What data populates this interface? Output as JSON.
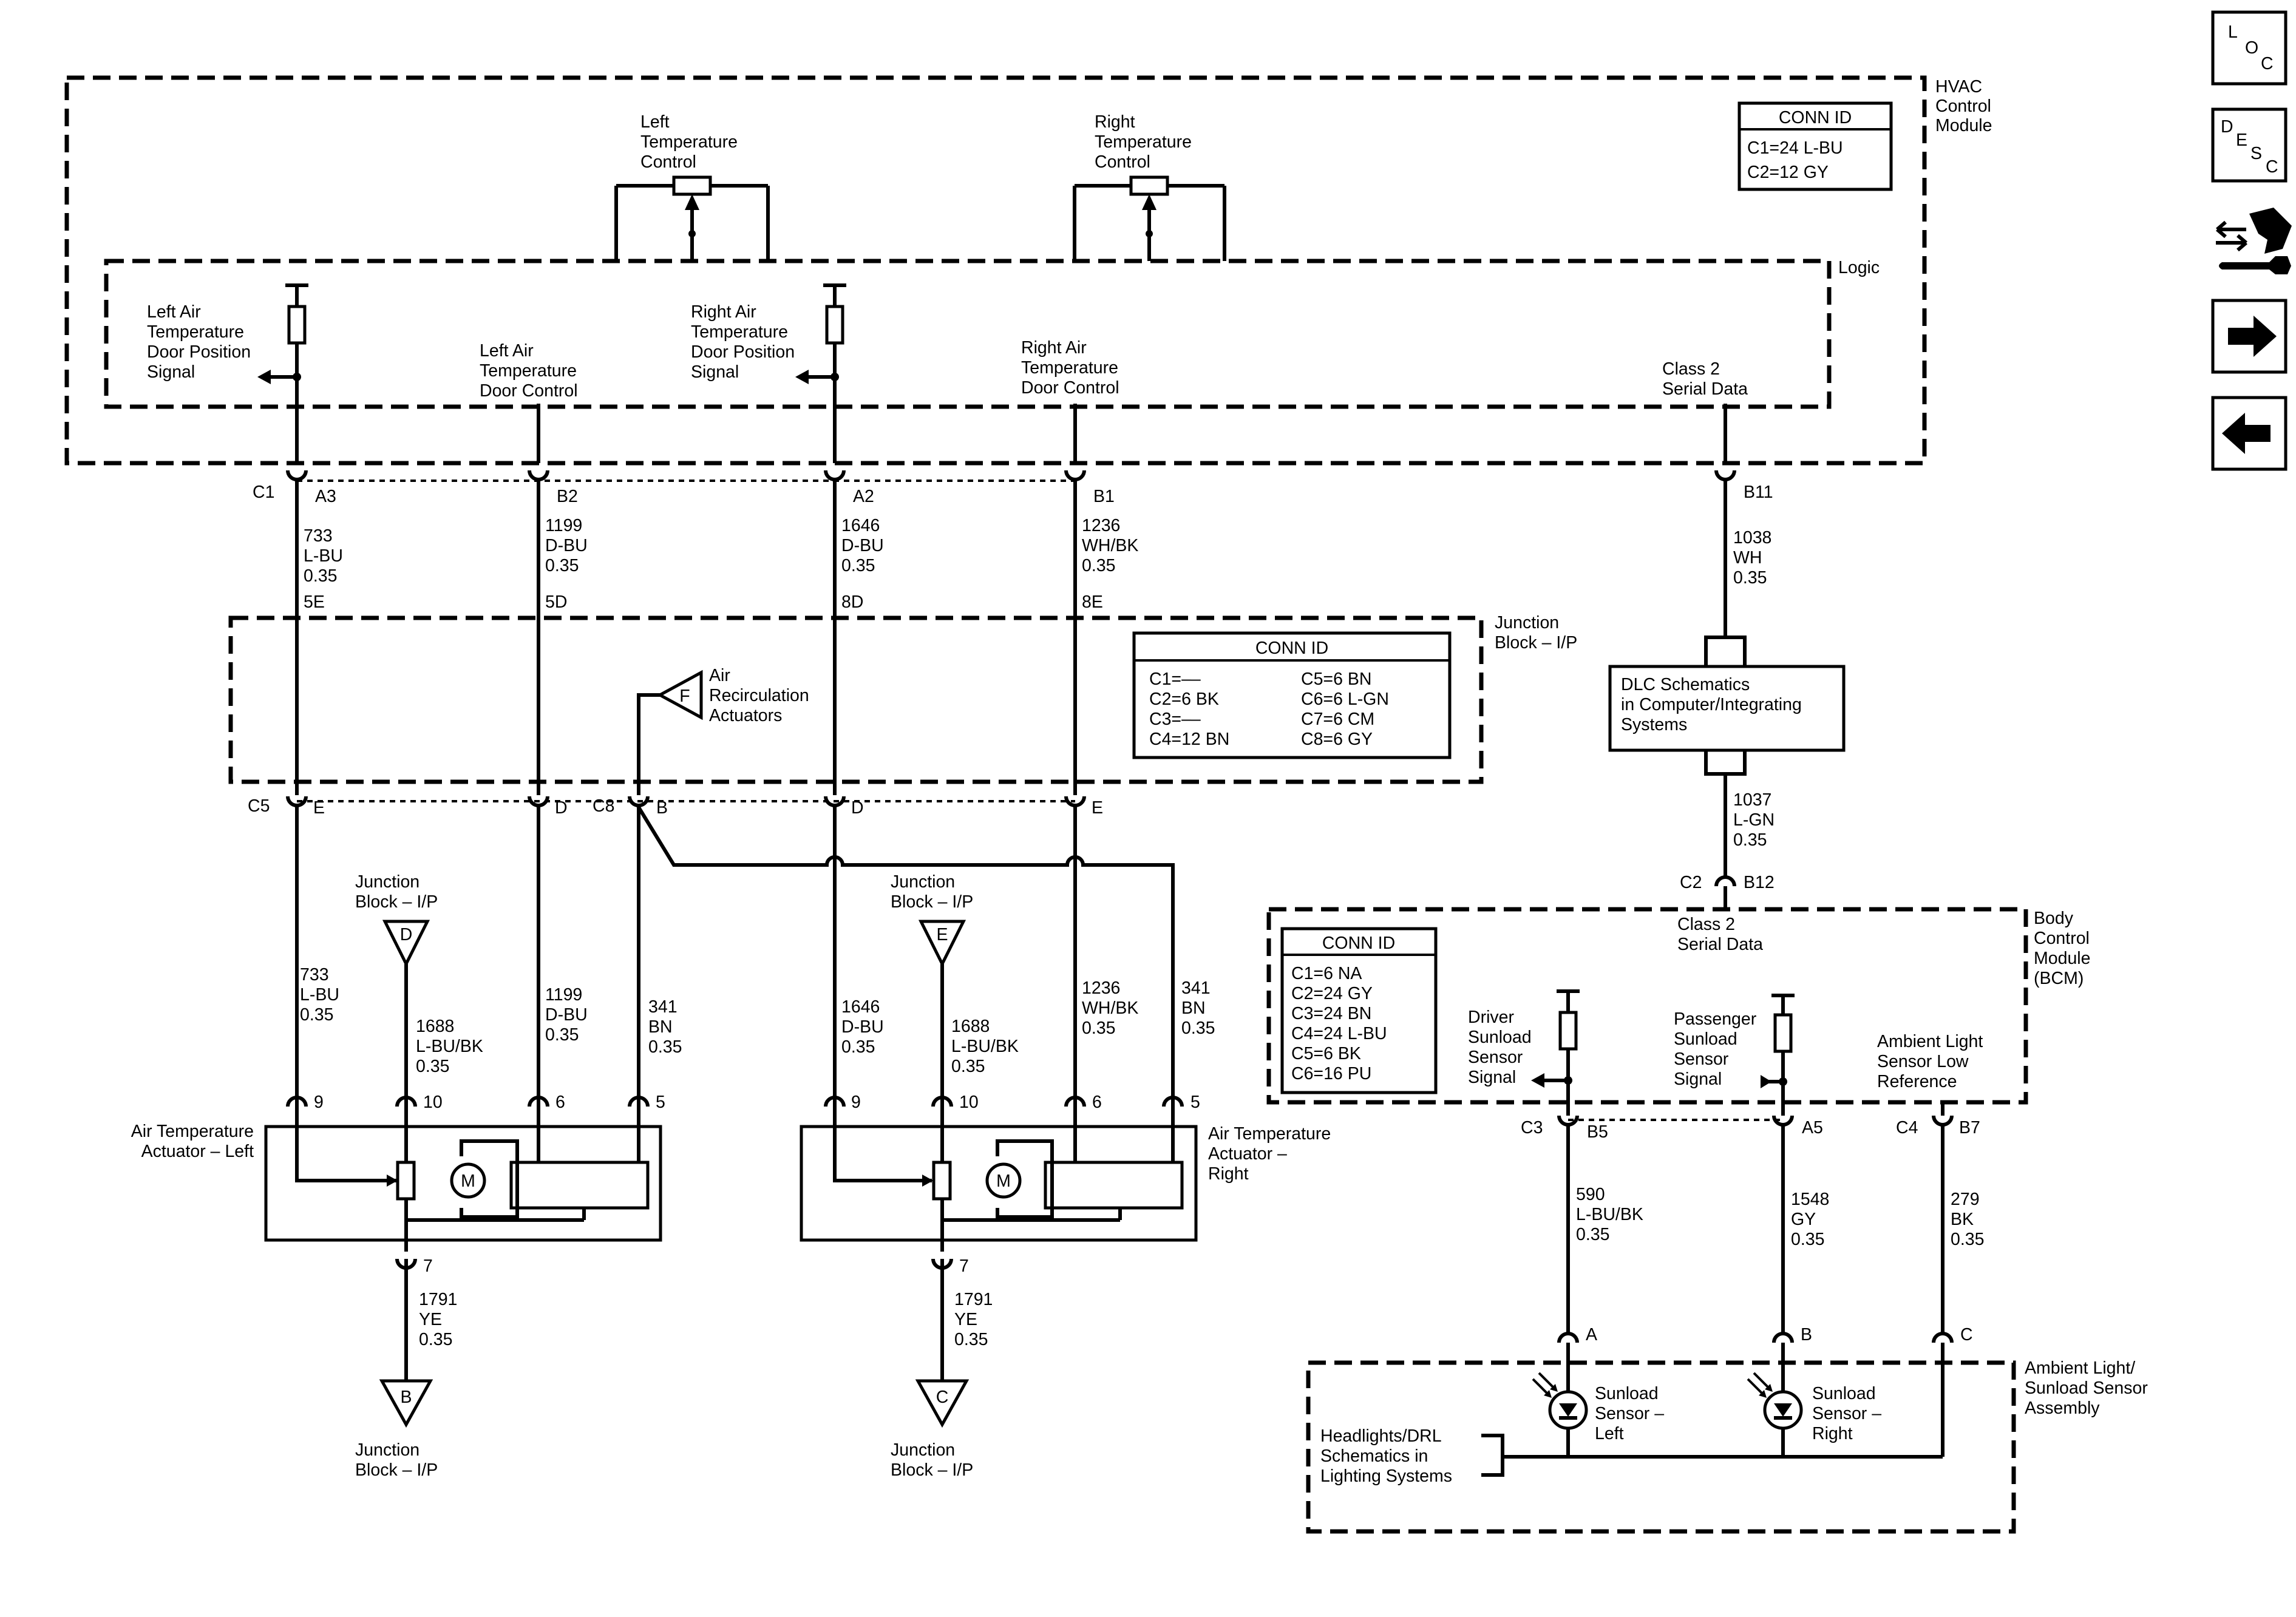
{
  "modules": {
    "hvac": [
      "HVAC",
      "Control",
      "Module"
    ],
    "logic": "Logic",
    "hvac_conn": {
      "title": "CONN ID",
      "rows": [
        "C1=24 L-BU",
        "C2=12 GY"
      ]
    },
    "jb": [
      "Junction",
      "Block – I/P"
    ],
    "jb_conn": {
      "title": "CONN ID",
      "left": [
        "C1=––",
        "C2=6 BK",
        "C3=––",
        "C4=12 BN"
      ],
      "right": [
        "C5=6 BN",
        "C6=6 L-GN",
        "C7=6 CM",
        "C8=6 GY"
      ]
    },
    "bcm": [
      "Body",
      "Control",
      "Module",
      "(BCM)"
    ],
    "bcm_conn": {
      "title": "CONN ID",
      "rows": [
        "C1=6 NA",
        "C2=24 GY",
        "C3=24 BN",
        "C4=24 L-BU",
        "C5=6 BK",
        "C6=16 PU"
      ]
    },
    "sensor_assy": [
      "Ambient Light/",
      "Sunload Sensor",
      "Assembly"
    ]
  },
  "labels": {
    "left_temp_control": [
      "Left",
      "Temperature",
      "Control"
    ],
    "right_temp_control": [
      "Right",
      "Temperature",
      "Control"
    ],
    "left_pos_signal": [
      "Left Air",
      "Temperature",
      "Door Position",
      "Signal"
    ],
    "left_door_control": [
      "Left Air",
      "Temperature",
      "Door Control"
    ],
    "right_pos_signal": [
      "Right Air",
      "Temperature",
      "Door Position",
      "Signal"
    ],
    "right_door_control": [
      "Right Air",
      "Temperature",
      "Door Control"
    ],
    "class2_top": [
      "Class 2",
      "Serial Data"
    ],
    "class2_bcm": [
      "Class 2",
      "Serial Data"
    ],
    "air_recirc": [
      "Air",
      "Recirculation",
      "Actuators"
    ],
    "dlc": [
      "DLC Schematics",
      "in Computer/Integrating",
      "Systems"
    ],
    "jb_d": [
      "Junction",
      "Block – I/P"
    ],
    "jb_e": [
      "Junction",
      "Block – I/P"
    ],
    "jb_b": [
      "Junction",
      "Block – I/P"
    ],
    "jb_c": [
      "Junction",
      "Block – I/P"
    ],
    "act_left": [
      "Air Temperature",
      "Actuator – Left"
    ],
    "act_right": [
      "Air Temperature",
      "Actuator –",
      "Right"
    ],
    "driver_sunload": [
      "Driver",
      "Sunload",
      "Sensor",
      "Signal"
    ],
    "pass_sunload": [
      "Passenger",
      "Sunload",
      "Sensor",
      "Signal"
    ],
    "ambient_low_ref": [
      "Ambient Light",
      "Sensor Low",
      "Reference"
    ],
    "sunload_left": [
      "Sunload",
      "Sensor –",
      "Left"
    ],
    "sunload_right": [
      "Sunload",
      "Sensor –",
      "Right"
    ],
    "headlights": [
      "Headlights/DRL",
      "Schematics in",
      "Lighting Systems"
    ]
  },
  "symbols": {
    "flag_F": "F",
    "tri_D": "D",
    "tri_E": "E",
    "tri_B": "B",
    "tri_C": "C",
    "motor_left": "M",
    "motor_right": "M"
  },
  "wires": {
    "w733_top": [
      "733",
      "L-BU",
      "0.35"
    ],
    "w1199_top": [
      "1199",
      "D-BU",
      "0.35"
    ],
    "w1646_top": [
      "1646",
      "D-BU",
      "0.35"
    ],
    "w1236_top": [
      "1236",
      "WH/BK",
      "0.35"
    ],
    "w1038": [
      "1038",
      "WH",
      "0.35"
    ],
    "w1037": [
      "1037",
      "L-GN",
      "0.35"
    ],
    "w733_bot": [
      "733",
      "L-BU",
      "0.35"
    ],
    "w1688_l": [
      "1688",
      "L-BU/BK",
      "0.35"
    ],
    "w1199_bot": [
      "1199",
      "D-BU",
      "0.35"
    ],
    "w341_l": [
      "341",
      "BN",
      "0.35"
    ],
    "w1646_bot": [
      "1646",
      "D-BU",
      "0.35"
    ],
    "w1688_r": [
      "1688",
      "L-BU/BK",
      "0.35"
    ],
    "w1236_bot": [
      "1236",
      "WH/BK",
      "0.35"
    ],
    "w341_r": [
      "341",
      "BN",
      "0.35"
    ],
    "w1791_l": [
      "1791",
      "YE",
      "0.35"
    ],
    "w1791_r": [
      "1791",
      "YE",
      "0.35"
    ],
    "w590": [
      "590",
      "L-BU/BK",
      "0.35"
    ],
    "w1548": [
      "1548",
      "GY",
      "0.35"
    ],
    "w279": [
      "279",
      "BK",
      "0.35"
    ]
  },
  "splices": {
    "s5E": "5E",
    "s5D": "5D",
    "s8D": "8D",
    "s8E": "8E"
  },
  "pins": {
    "c1": "C1",
    "a3": "A3",
    "b2": "B2",
    "a2": "A2",
    "b1": "B1",
    "b11": "B11",
    "c5": "C5",
    "pE1": "E",
    "pD1": "D",
    "c8": "C8",
    "pB": "B",
    "pD2": "D",
    "pE2": "E",
    "c2": "C2",
    "b12": "B12",
    "l9": "9",
    "l10": "10",
    "l6": "6",
    "l5": "5",
    "l7": "7",
    "r9": "9",
    "r10": "10",
    "r6": "6",
    "r5": "5",
    "r7": "7",
    "c3": "C3",
    "b5": "B5",
    "a5": "A5",
    "c4": "C4",
    "b7": "B7",
    "sA": "A",
    "sB": "B",
    "sC": "C"
  },
  "nav": {
    "loc": [
      "L",
      "O",
      "C"
    ],
    "desc": [
      "D",
      "E",
      "S",
      "C"
    ]
  }
}
